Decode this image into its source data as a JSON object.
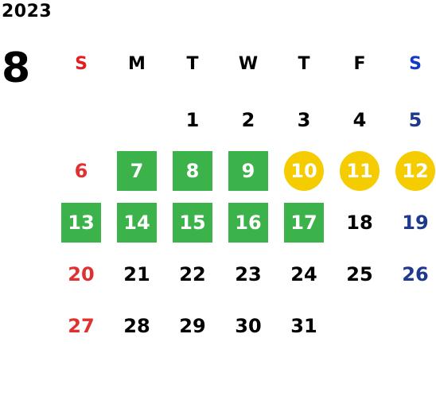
{
  "calendar": {
    "year": "2023",
    "month": "8",
    "weekdays": [
      "S",
      "M",
      "T",
      "W",
      "T",
      "F",
      "S"
    ],
    "weeks": [
      [
        {
          "day": "",
          "status": ""
        },
        {
          "day": "",
          "status": ""
        },
        {
          "day": "1",
          "status": ""
        },
        {
          "day": "2",
          "status": ""
        },
        {
          "day": "3",
          "status": ""
        },
        {
          "day": "4",
          "status": ""
        },
        {
          "day": "5",
          "status": ""
        }
      ],
      [
        {
          "day": "6",
          "status": ""
        },
        {
          "day": "7",
          "status": "green"
        },
        {
          "day": "8",
          "status": "green"
        },
        {
          "day": "9",
          "status": "green"
        },
        {
          "day": "10",
          "status": "yellow"
        },
        {
          "day": "11",
          "status": "yellow"
        },
        {
          "day": "12",
          "status": "yellow"
        }
      ],
      [
        {
          "day": "13",
          "status": "green"
        },
        {
          "day": "14",
          "status": "green"
        },
        {
          "day": "15",
          "status": "green"
        },
        {
          "day": "16",
          "status": "green"
        },
        {
          "day": "17",
          "status": "green"
        },
        {
          "day": "18",
          "status": ""
        },
        {
          "day": "19",
          "status": ""
        }
      ],
      [
        {
          "day": "20",
          "status": ""
        },
        {
          "day": "21",
          "status": ""
        },
        {
          "day": "22",
          "status": ""
        },
        {
          "day": "23",
          "status": ""
        },
        {
          "day": "24",
          "status": ""
        },
        {
          "day": "25",
          "status": ""
        },
        {
          "day": "26",
          "status": ""
        }
      ],
      [
        {
          "day": "27",
          "status": ""
        },
        {
          "day": "28",
          "status": ""
        },
        {
          "day": "29",
          "status": ""
        },
        {
          "day": "30",
          "status": ""
        },
        {
          "day": "31",
          "status": ""
        },
        {
          "day": "",
          "status": ""
        },
        {
          "day": "",
          "status": ""
        }
      ]
    ]
  },
  "colors": {
    "sunday_text": "#e03030",
    "saturday_text": "#1e3a8f",
    "green_highlight": "#3cb24a",
    "yellow_highlight": "#f5cc00"
  }
}
